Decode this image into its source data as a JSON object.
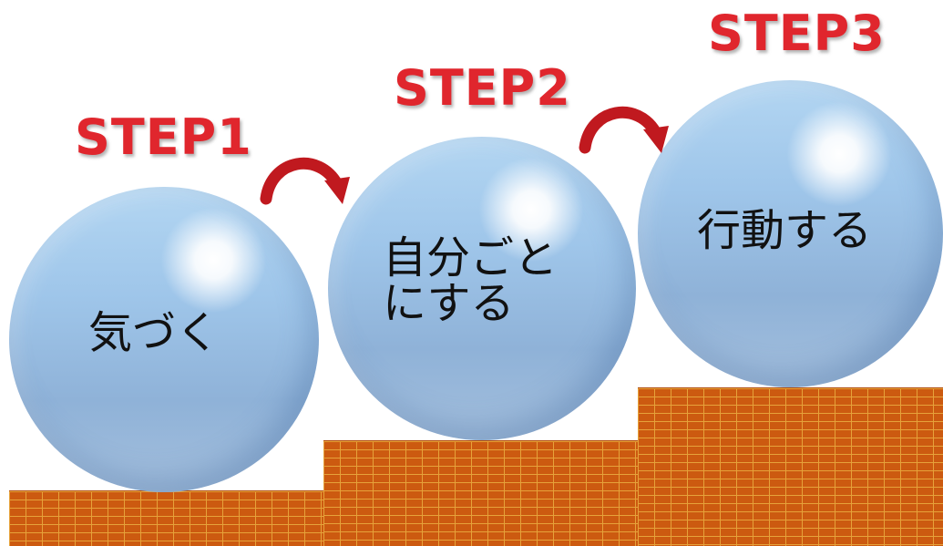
{
  "steps": [
    {
      "title": "STEP1",
      "label": "気づく"
    },
    {
      "title": "STEP2",
      "label": "自分ごとにする"
    },
    {
      "title": "STEP3",
      "label": "行動する"
    }
  ],
  "colors": {
    "step_title": "#e0262d",
    "arrow": "#c0191f",
    "sphere_light": "#b3d6f2",
    "sphere_dark": "#8fb2d8",
    "brick": "#cc5a10",
    "mortar": "#e6a23a"
  },
  "icons": [
    "curved-arrow-icon",
    "curved-arrow-icon"
  ]
}
